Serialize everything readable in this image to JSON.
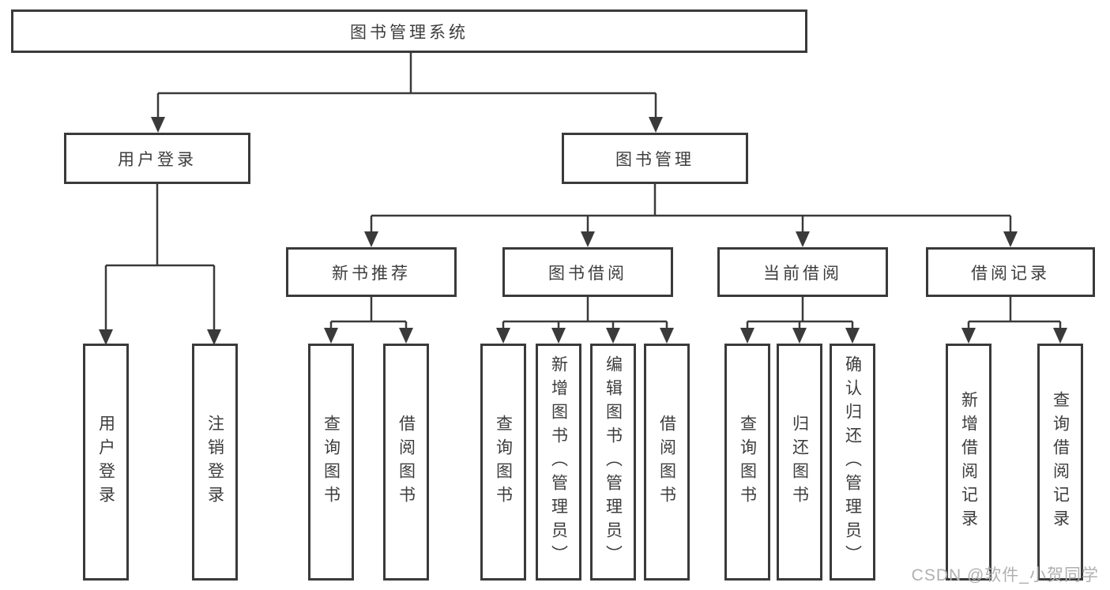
{
  "colors": {
    "line": "#3a3a3a",
    "box_border": "#3a3a3a",
    "text": "#3d3d3d",
    "watermark": "#b0b0b0",
    "background": "#ffffff"
  },
  "watermark": "CSDN @软件_小贺同学",
  "tree": {
    "root": "图书管理系统",
    "branches": [
      {
        "label": "用户登录",
        "leaves": [
          "用户登录",
          "注销登录"
        ]
      },
      {
        "label": "图书管理",
        "groups": [
          {
            "label": "新书推荐",
            "leaves": [
              "查询图书",
              "借阅图书"
            ]
          },
          {
            "label": "图书借阅",
            "leaves": [
              "查询图书",
              "新增图书（管理员）",
              "编辑图书（管理员）",
              "借阅图书"
            ]
          },
          {
            "label": "当前借阅",
            "leaves": [
              "查询图书",
              "归还图书",
              "确认归还（管理员）"
            ]
          },
          {
            "label": "借阅记录",
            "leaves": [
              "新增借阅记录",
              "查询借阅记录"
            ]
          }
        ]
      }
    ]
  }
}
